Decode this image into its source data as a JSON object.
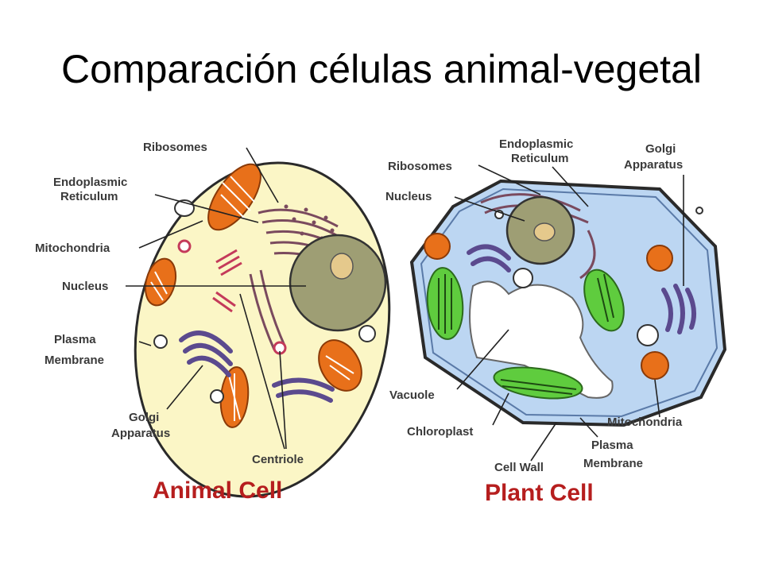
{
  "title": "Comparación células animal-vegetal",
  "animal": {
    "caption": "Animal Cell",
    "labels": {
      "ribosomes": "Ribosomes",
      "er_line1": "Endoplasmic",
      "er_line2": "Reticulum",
      "mitochondria": "Mitochondria",
      "nucleus": "Nucleus",
      "pm_line1": "Plasma",
      "pm_line2": "Membrane",
      "golgi_line1": "Golgi",
      "golgi_line2": "Apparatus",
      "centriole": "Centriole"
    }
  },
  "plant": {
    "caption": "Plant Cell",
    "labels": {
      "er_line1": "Endoplasmic",
      "er_line2": "Reticulum",
      "golgi_line1": "Golgi",
      "golgi_line2": "Apparatus",
      "ribosomes": "Ribosomes",
      "nucleus": "Nucleus",
      "vacuole": "Vacuole",
      "chloroplast": "Chloroplast",
      "cell_wall": "Cell Wall",
      "pm_line1": "Plasma",
      "pm_line2": "Membrane",
      "mitochondria": "Mitochondria"
    }
  },
  "colors": {
    "animal_cytoplasm": "#fbf6c6",
    "plant_cytoplasm": "#bcd6f2",
    "nucleus": "#9e9e74",
    "nucleolus": "#e5c98c",
    "mitochondria": "#e8701a",
    "golgi": "#5b4a8e",
    "chloroplast": "#5fcc3e",
    "caption": "#b61e1e"
  }
}
